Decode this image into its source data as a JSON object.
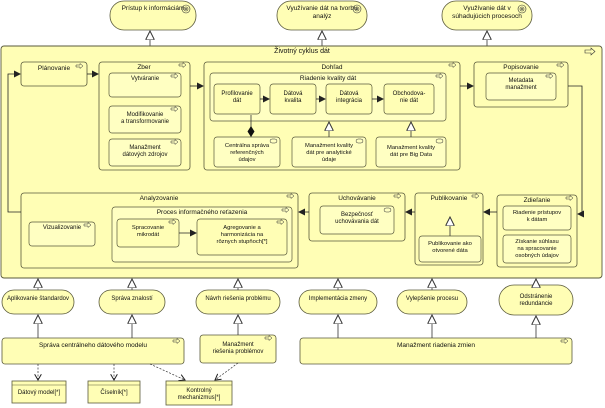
{
  "goals": {
    "pristup": "Prístup k informáciám",
    "tvorba": [
      "Využívanie dát na tvorbu",
      "analýz"
    ],
    "procesy": [
      "Využívanie dát v",
      "súhadujúcich procesoch"
    ]
  },
  "lifecycle": {
    "title": "Životný cyklus dát"
  },
  "planovanie": {
    "label": "Plánovanie"
  },
  "zber": {
    "label": "Zber",
    "vytvaranie": "Vytváranie",
    "modifikovanie": [
      "Modifikovanie",
      "a transformovanie"
    ],
    "manazment_zdrojov": [
      "Manažment",
      "dátových zdrojov"
    ]
  },
  "dohlad": {
    "label": "Dohľad"
  },
  "riadenie_kvality": {
    "label": "Riadenie kvality dát",
    "profilovanie": [
      "Profilovanie",
      "dát"
    ],
    "datova_kvalita": [
      "Dátová",
      "kvalita"
    ],
    "datova_integracia": [
      "Dátová",
      "integrácia"
    ],
    "obchodovanie": [
      "Obchodova-",
      "nie dát"
    ]
  },
  "centralna_sprava": [
    "Centrálna správa",
    "referenčných",
    "údajov"
  ],
  "manazment_analyticke": [
    "Manažment kvality",
    "dát pre analytické",
    "údaje"
  ],
  "manazment_bigdata": [
    "Manažment kvality",
    "dát  pre Big Data"
  ],
  "popisovanie": {
    "label": "Popisovanie",
    "metadata": [
      "Metadata",
      "manažment"
    ]
  },
  "zdielanie": {
    "label": "Zdieľanie",
    "riadenie_pristupov": [
      "Riadenie prístupov",
      "k dátam"
    ],
    "ziskanie_suhlasu": [
      "Získanie súhlasu",
      "na spracovanie",
      "osobných údajov"
    ]
  },
  "publikovanie": {
    "label": "Publikovanie",
    "otvorene": [
      "Publikovanie ako",
      "otvorené dáta"
    ]
  },
  "uchovavanie": {
    "label": "Uchovávanie",
    "bezpecnost": [
      "Bezpečnosť",
      "uchovávania dát"
    ]
  },
  "analyzovanie": {
    "label": "Analyzovanie",
    "vizualizovanie": "Vizualizovanie",
    "proces_title": "Proces informačného reťazenia",
    "spracovanie": [
      "Spracovanie",
      "mikrodát"
    ],
    "agregovanie": [
      "Agregovanie a",
      "harmonizácia na",
      "rôznych stupňoch[*]"
    ]
  },
  "requirements": {
    "aplikovanie": "Aplikovanie štandardov",
    "sprava_znalosti": "Správa znalostí",
    "navrh_riesenia": "Návrh riešenia problému",
    "implementacia": "Implementácia zmeny",
    "vylepsenie": "Vylepšenie procesu",
    "odstranenie": [
      "Odstránenie",
      "redundancie"
    ]
  },
  "bottom": {
    "sprava_modelu": "Správa centrálneho dátového modelu",
    "manazment_riesenia": [
      "Manažment",
      "riešenia problémov"
    ],
    "manazment_zmien": "Manažment riadenia zmien",
    "datovy_model": "Dátový model[*]",
    "ciselnik": "Číselník[*]",
    "kontrolny": [
      "Kontrolný",
      "mechanizmus[*]"
    ]
  },
  "colors": {
    "fill": "#fffeb5",
    "fill_inner": "#ffffc2",
    "stroke": "#5a5a3c",
    "line": "#555555"
  }
}
